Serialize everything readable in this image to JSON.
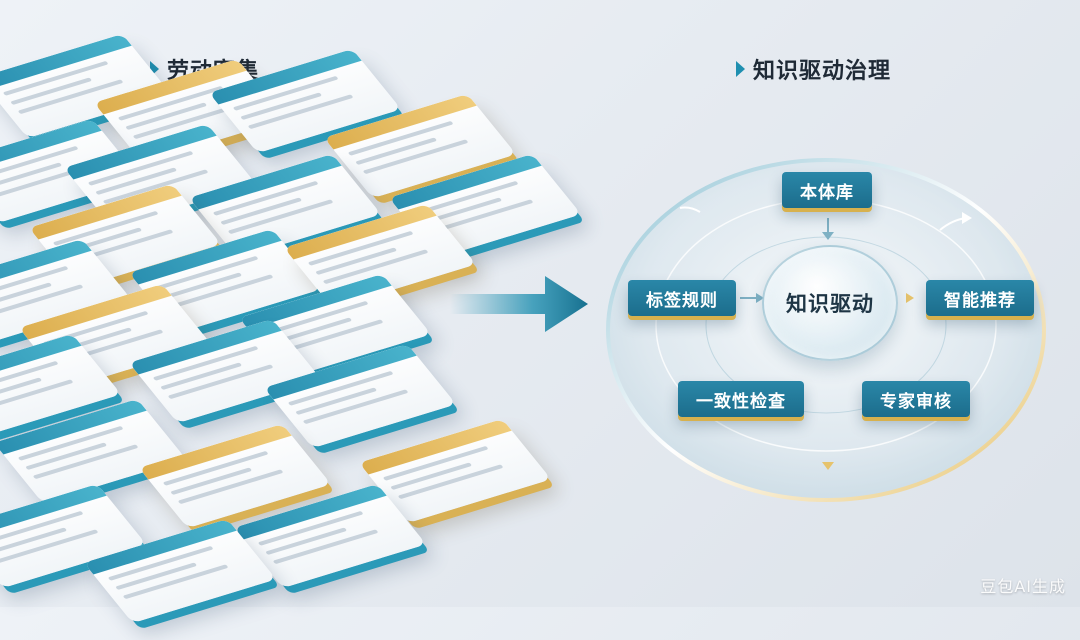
{
  "left_title": "劳动密集",
  "right_title": "知识驱动治理",
  "diagram": {
    "center": "知识驱动",
    "nodes": {
      "top": "本体库",
      "left": "标签规则",
      "right": "智能推荐",
      "bottom_left": "一致性检查",
      "bottom_right": "专家审核"
    }
  },
  "watermark": "豆包AI生成",
  "colors": {
    "accent_blue": "#1f8fb0",
    "node_blue": "#1c6d8c",
    "gold": "#d7b14e"
  }
}
